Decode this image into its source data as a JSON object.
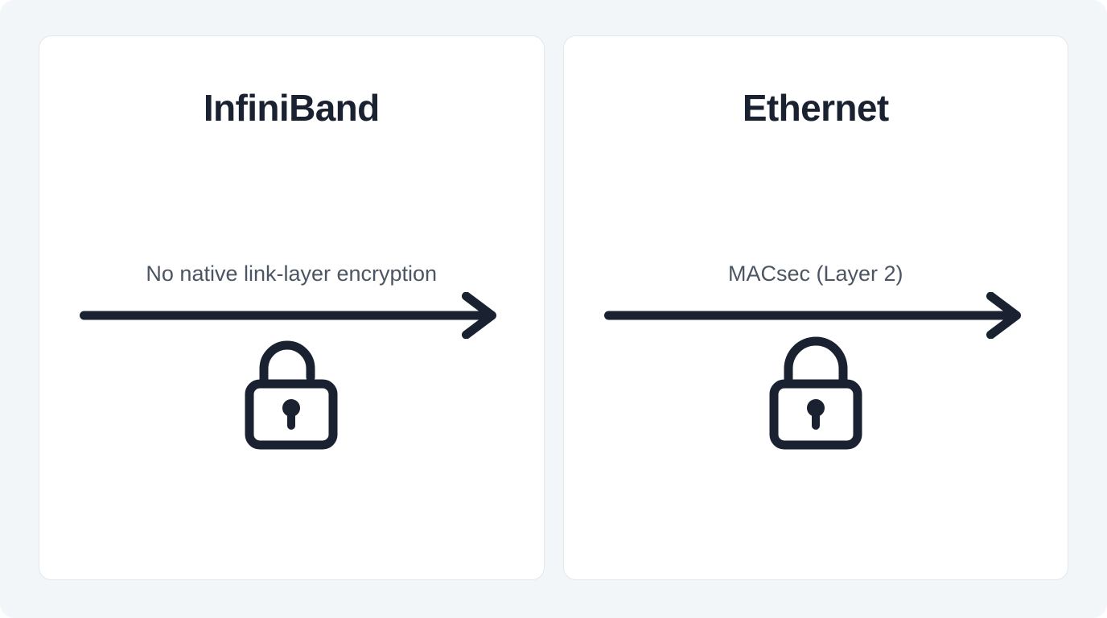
{
  "panel": {
    "background_color": "#f3f6f8",
    "card_background_color": "#ffffff",
    "card_border_color": "#e2e7ec",
    "ink_color": "#1a2131",
    "caption_color": "#4b5563"
  },
  "cards": [
    {
      "id": "infiniband",
      "title": "InfiniBand",
      "caption": "No native link-layer encryption",
      "arrow_icon": "arrow-right-icon",
      "lock_icon": "unlock-open-icon",
      "lock_state": "unlocked"
    },
    {
      "id": "ethernet",
      "title": "Ethernet",
      "caption": "MACsec (Layer 2)",
      "arrow_icon": "arrow-right-icon",
      "lock_icon": "lock-closed-icon",
      "lock_state": "locked"
    }
  ]
}
